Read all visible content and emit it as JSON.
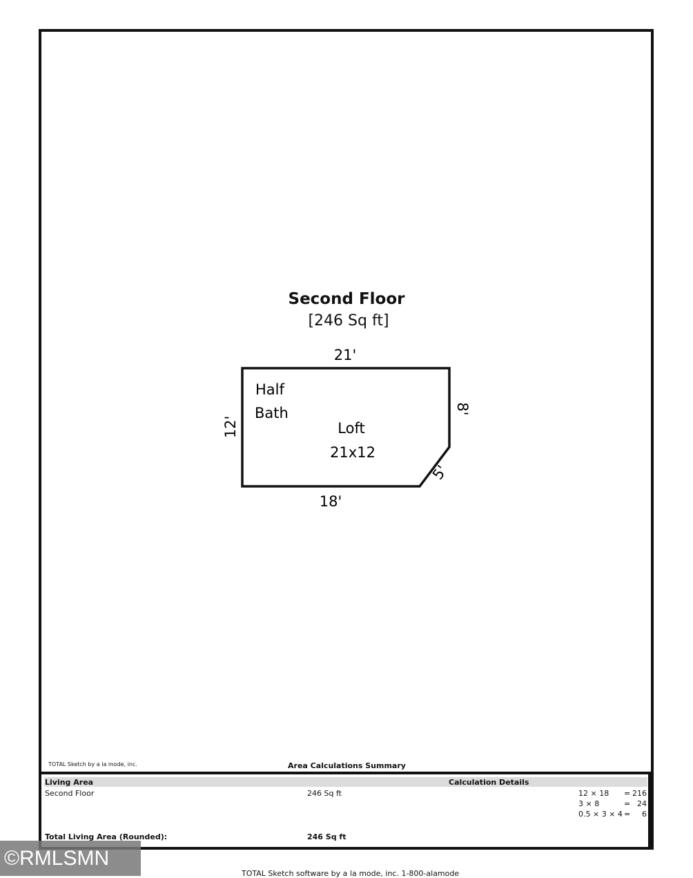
{
  "floor": {
    "title": "Second Floor",
    "area": "[246 Sq ft]"
  },
  "plan": {
    "dim_top": "21'",
    "dim_left": "12'",
    "dim_right": "8'",
    "dim_diag": "5'",
    "dim_bottom": "18'",
    "room_half": "Half",
    "room_bath": "Bath",
    "room_loft": "Loft",
    "room_loft_size": "21x12"
  },
  "credit_small": "TOTAL Sketch by a la mode, inc.",
  "summary": {
    "title": "Area Calculations Summary",
    "living_area_label": "Living Area",
    "calc_details_label": "Calculation Details",
    "floor_name": "Second Floor",
    "floor_area": "246 Sq ft",
    "calcs": [
      {
        "expr": "12 × 18",
        "eq": "=",
        "value": "216"
      },
      {
        "expr": "3 × 8",
        "eq": "=",
        "value": "24"
      },
      {
        "expr": "0.5 × 3 × 4",
        "eq": "=",
        "value": "6"
      }
    ],
    "total_label": "Total Living Area (Rounded):",
    "total_value": "246 Sq ft"
  },
  "watermark": "©RMLSMN",
  "footer": "TOTAL Sketch software by a la mode, inc. 1-800-alamode"
}
